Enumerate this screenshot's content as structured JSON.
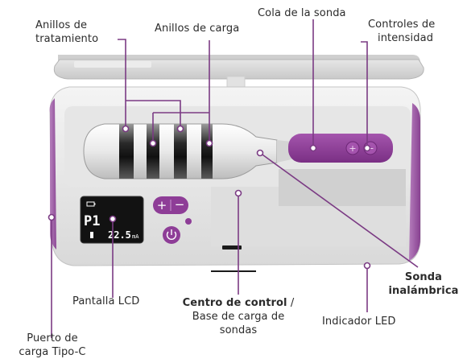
{
  "labels": {
    "treatment_rings": [
      "Anillos de",
      "tratamiento"
    ],
    "charging_rings": "Anillos de carga",
    "probe_tail": "Cola de la sonda",
    "intensity_controls": [
      "Controles de",
      "intensidad"
    ],
    "wireless_probe": [
      "Sonda",
      "inalámbrica"
    ],
    "lcd_screen": "Pantalla LCD",
    "control_center_bold": "Centro de control",
    "control_center_rest": " /",
    "control_center_lines": [
      "Base de carga de",
      "sondas"
    ],
    "led_indicator": "Indicador LED",
    "usb_port": [
      "Puerto de",
      "carga Tipo-C"
    ]
  },
  "device": {
    "lcd_mode": "P1",
    "lcd_value": "22.5",
    "lcd_unit": "mA",
    "plus_symbol": "+",
    "minus_symbol": "−"
  },
  "colors": {
    "accent": "#8e3d97",
    "line": "#7b3b84",
    "case_shell": "#e9e9e9",
    "lid": "#dcdcdc",
    "lcd_bg": "#111111"
  },
  "icons": {
    "power": "power-icon",
    "battery": "battery-icon"
  }
}
